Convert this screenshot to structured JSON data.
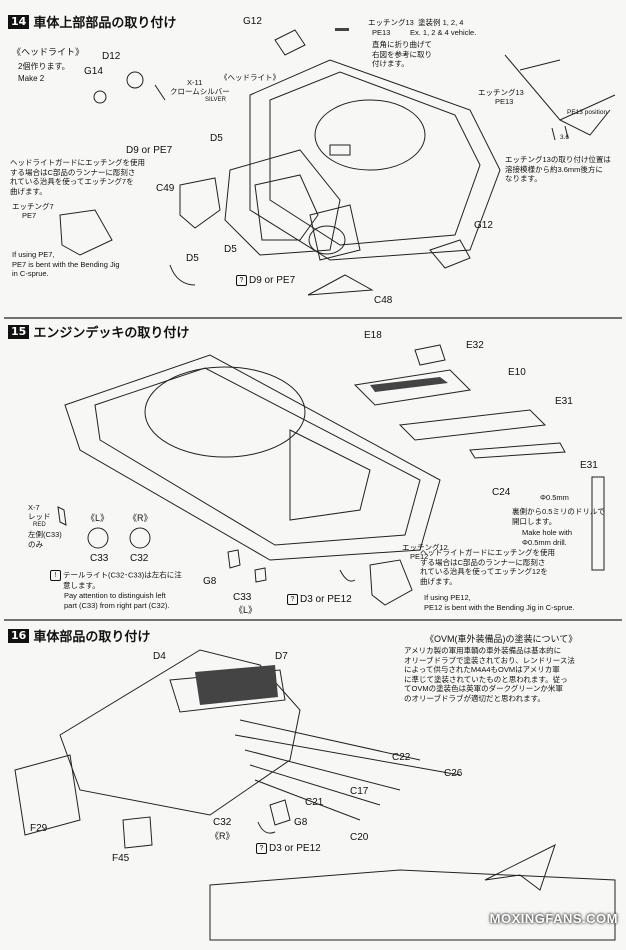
{
  "sections": [
    {
      "number": "14",
      "title": "車体上部部品の取り付け"
    },
    {
      "number": "15",
      "title": "エンジンデッキの取り付け"
    },
    {
      "number": "16",
      "title": "車体部品の取り付け"
    }
  ],
  "s14": {
    "headlight_title": "《ヘッドライト》",
    "make2_jp": "2個作ります。",
    "make2_en": "Make 2",
    "chrome_code": "X-11",
    "chrome_jp": "クロームシルバー",
    "chrome_en": "SILVER",
    "headlight_small": "《ヘッドライト》",
    "guard_note_jp_1": "ヘッドライトガードにエッチングを使用",
    "guard_note_jp_2": "する場合はC部品のランナーに彫刻さ",
    "guard_note_jp_3": "れている治具を使ってエッチング7を",
    "guard_note_jp_4": "曲げます。",
    "etch7_jp": "エッチング7",
    "etch7_code": "PE7",
    "pe7_note_1": "If using PE7,",
    "pe7_note_2": "PE7 is bent with the Bending Jig",
    "pe7_note_3": "in C-sprue.",
    "etch13_jp": "エッチング13",
    "paint_jp": "塗装例 1, 2, 4",
    "etch13_code": "PE13",
    "paint_en": "Ex. 1, 2 & 4 vehicle.",
    "bend_jp_1": "直角に折り曲げて",
    "bend_jp_2": "右図を参考に取り",
    "bend_jp_3": "付けます。",
    "etch13_jp_b": "エッチング13",
    "etch13_code_b": "PE13",
    "pe13_pos": "PE13 position",
    "dim": "3.6",
    "pos_note_1": "エッチング13の取り付け位置は",
    "pos_note_2": "溶接模様から約3.6mm後方に",
    "pos_note_3": "なります。",
    "parts": {
      "g12_top": "G12",
      "d12": "D12",
      "g14": "G14",
      "d5_a": "D5",
      "d9_pe7_a": "D9 or PE7",
      "c49": "C49",
      "d5_b": "D5",
      "d5_c": "D5",
      "d9_pe7_b": "D9 or PE7",
      "c48": "C48",
      "g12_right": "G12"
    }
  },
  "s15": {
    "parts": {
      "e18": "E18",
      "e32": "E32",
      "e10": "E10",
      "e31_a": "E31",
      "e31_b": "E31",
      "c24": "C24",
      "g8": "G8",
      "c33": "C33",
      "c32": "C32",
      "c33_b": "C33"
    },
    "drill_size": "Φ0.5mm",
    "drill_jp_1": "裏側から0.5ミリのドリルで",
    "drill_jp_2": "開口します。",
    "drill_en_1": "Make hole with",
    "drill_en_2": "Φ0.5mm drill.",
    "red_code": "X-7",
    "red_jp": "レッド",
    "red_en": "RED",
    "red_note_1": "左側(C33)",
    "red_note_2": "のみ",
    "l_mark": "《L》",
    "r_mark": "《R》",
    "l_mark_b": "《L》",
    "tail_jp_1": "テールライト(C32･C33)は左右に注",
    "tail_jp_2": "意します。",
    "tail_en_1": "Pay attention  to  distinguish left",
    "tail_en_2": "part (C33) from right part (C32).",
    "d3_pe12": "D3 or PE12",
    "etch12_jp": "エッチング12",
    "etch12_code": "PE12",
    "guard12_jp_1": "ヘッドライトガードにエッチングを使用",
    "guard12_jp_2": "する場合はC部品のランナーに彫刻さ",
    "guard12_jp_3": "れている治具を使ってエッチング12を",
    "guard12_jp_4": "曲げます。",
    "pe12_en_1": "If using PE12,",
    "pe12_en_2": "PE12 is bent with the Bending Jig in C-sprue."
  },
  "s16": {
    "parts": {
      "d4": "D4",
      "d7": "D7",
      "c22": "C22",
      "c26": "C26",
      "c17": "C17",
      "c21": "C21",
      "g8": "G8",
      "c20": "C20",
      "c32": "C32",
      "r_mark": "《R》",
      "d3_pe12": "D3 or PE12",
      "f29": "F29",
      "f45": "F45"
    },
    "ovm_title": "《OVM(車外装備品)の塗装について》",
    "ovm_lines": [
      "アメリカ製の軍用車輌の車外装備品は基本的に",
      "オリーブドラブで塗装されており、レンドリース法",
      "によって供与されたM4A4もOVMはアメリカ軍",
      "に準じて塗装されていたものと思われます。従っ",
      "てOVMの塗装色は英軍のダークグリーンか米軍",
      "のオリーブドラブが適切だと思われます。"
    ]
  },
  "watermark": "MOXINGFANS.COM"
}
